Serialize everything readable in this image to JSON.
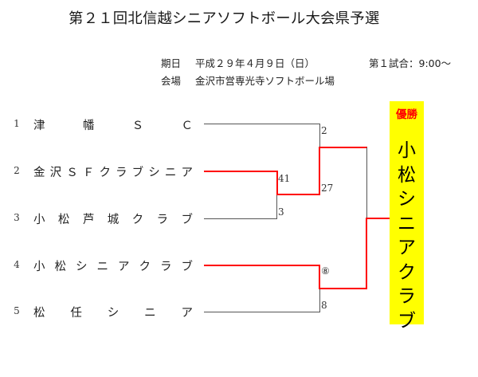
{
  "title": "第２１回北信越シニアソフトボール大会県予選",
  "info": {
    "date_label": "期日",
    "date_value": "平成２９年４月９日（日）",
    "first_game": "第１試合：9:00～",
    "venue_label": "会場",
    "venue_value": "金沢市営専光寺ソフトボール場"
  },
  "teams": [
    {
      "no": "1",
      "name_chars": [
        "津",
        "幡",
        "Ｓ",
        "Ｃ"
      ]
    },
    {
      "no": "2",
      "name_chars": [
        "金",
        "沢",
        "Ｓ",
        "Ｆ",
        "ク",
        "ラ",
        "ブ",
        "シ",
        "ニ",
        "ア"
      ]
    },
    {
      "no": "3",
      "name_chars": [
        "小",
        "松",
        "芦",
        "城",
        "ク",
        "ラ",
        "ブ"
      ]
    },
    {
      "no": "4",
      "name_chars": [
        "小",
        "松",
        "シ",
        "ニ",
        "ア",
        "ク",
        "ラ",
        "ブ"
      ]
    },
    {
      "no": "5",
      "name_chars": [
        "松",
        "任",
        "シ",
        "ニ",
        "ア"
      ]
    }
  ],
  "scores": {
    "r1_team2": "41",
    "r1_team3": "3",
    "r1_team4": "⑧",
    "r1_team5": "8",
    "sf_team1": "2",
    "sf_team2": "27"
  },
  "champion": {
    "label": "優勝",
    "name_chars": [
      "小",
      "松",
      "シ",
      "ニ",
      "ア",
      "ク",
      "ラ",
      "ブ"
    ]
  },
  "colors": {
    "winner_line": "#ff0000",
    "loser_line": "#555555",
    "champion_bg": "#ffff00",
    "champion_label": "#ff0000"
  }
}
